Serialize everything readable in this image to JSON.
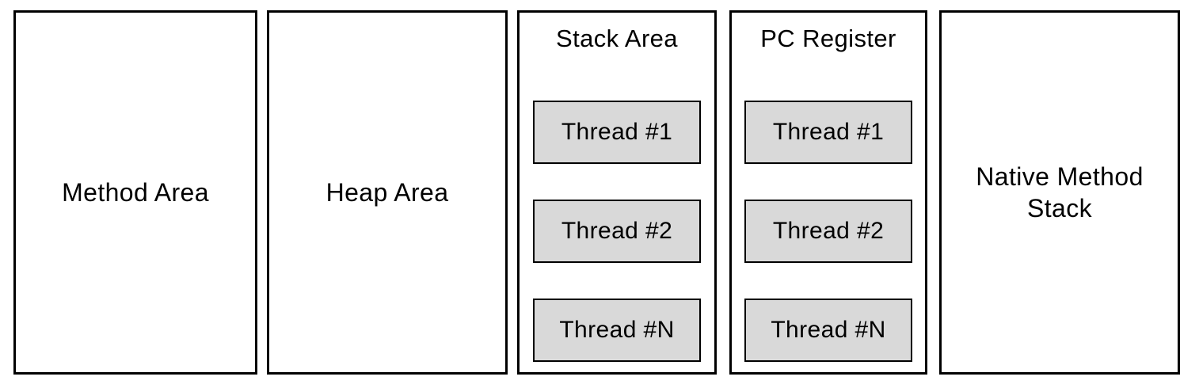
{
  "areas": {
    "method": {
      "label": "Method Area"
    },
    "heap": {
      "label": "Heap Area"
    },
    "stack": {
      "label": "Stack Area",
      "threads": [
        "Thread #1",
        "Thread #2",
        "Thread #N"
      ]
    },
    "pc": {
      "label": "PC Register",
      "threads": [
        "Thread #1",
        "Thread #2",
        "Thread #N"
      ]
    },
    "native": {
      "label": "Native Method Stack"
    }
  },
  "colors": {
    "border": "#000000",
    "thread_fill": "#d9d9d9",
    "background": "#ffffff",
    "text": "#000000"
  }
}
